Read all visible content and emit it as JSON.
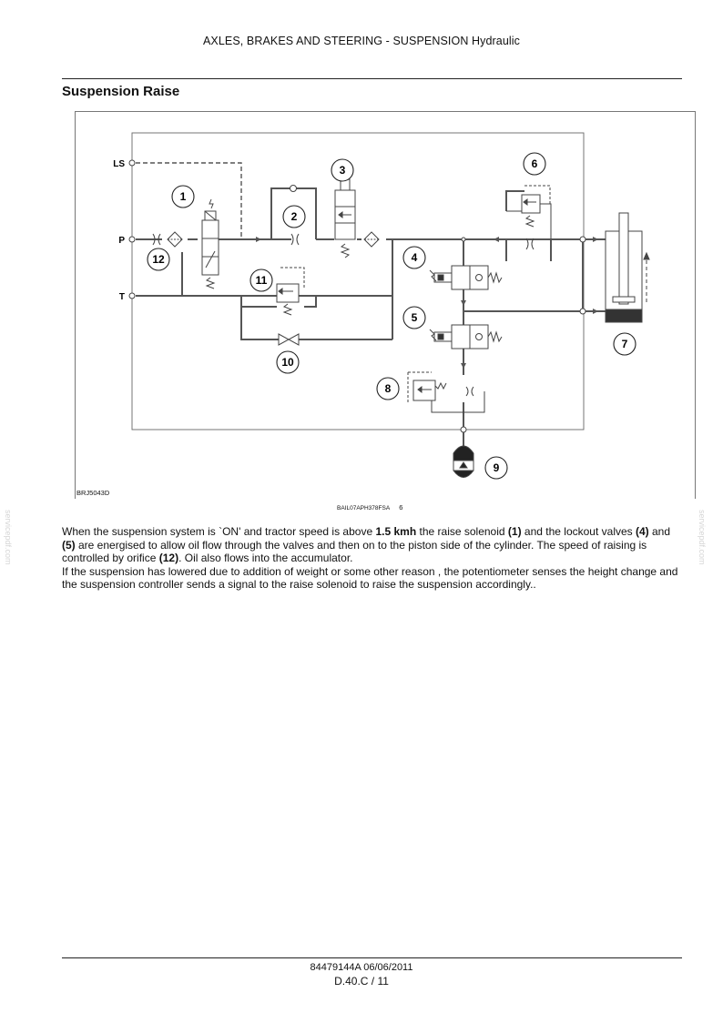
{
  "header": {
    "title": "AXLES, BRAKES AND STEERING - SUSPENSION Hydraulic"
  },
  "section": {
    "title": "Suspension Raise"
  },
  "figure": {
    "ports": {
      "ls": "LS",
      "p": "P",
      "t": "T"
    },
    "callouts": [
      "1",
      "2",
      "3",
      "4",
      "5",
      "6",
      "7",
      "8",
      "9",
      "10",
      "11",
      "12"
    ],
    "label_left": "BRJ5043D",
    "caption": "BAIL07APH378FSA",
    "caption_number": "6"
  },
  "body": {
    "p1_a": "When the suspension system is `ON' and tractor speed is above ",
    "p1_speed": "1.5 kmh",
    "p1_b": " the raise solenoid ",
    "p1_ref1": "(1)",
    "p1_c": " and the lockout valves ",
    "p1_ref4": "(4)",
    "p1_d": " and ",
    "p1_ref5": "(5)",
    "p1_e": " are energised to allow oil flow through the valves and then on to the piston side of the cylinder.  The speed of raising is controlled by orifice ",
    "p1_ref12": "(12)",
    "p1_f": ".  Oil also flows into the accumulator.",
    "p2": "If the suspension has lowered due to addition of weight or some other reason , the potentiometer senses the height change and the suspension controller sends a signal to the raise solenoid to raise the suspension accordingly.."
  },
  "watermark": {
    "text": "servicepdf.com"
  },
  "footer": {
    "code": "84479144A 06/06/2011",
    "page": "D.40.C / 11"
  }
}
